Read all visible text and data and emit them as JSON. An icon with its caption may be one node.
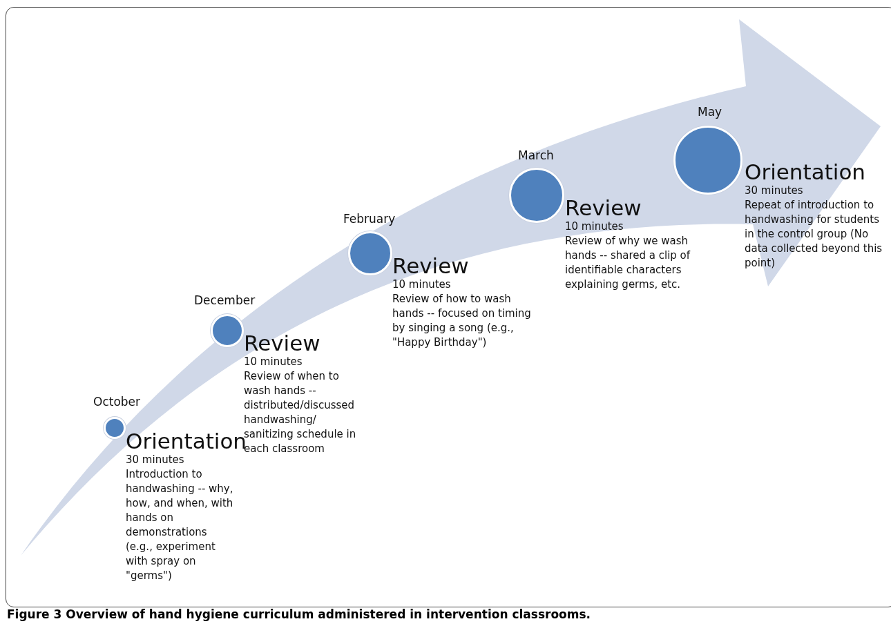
{
  "diagram": {
    "caption": "Figure 3 Overview of hand hygiene curriculum administered in intervention classrooms.",
    "nodes": [
      {
        "text": [],
        "shape": "circle",
        "beside": [
          "October",
          "Orientation",
          "30 minutes",
          "Introduction to handwashing -- why, how, and when, with hands on demonstrations (e.g., experiment with spray on \"germs\")"
        ]
      },
      {
        "text": [],
        "shape": "circle",
        "beside": [
          "December",
          "Review",
          "10 minutes",
          "Review of when to wash hands -- distributed/discussed handwashing/ sanitizing schedule in each classroom"
        ]
      },
      {
        "text": [],
        "shape": "circle",
        "beside": [
          "February",
          "Review",
          "10 minutes",
          "Review of how to wash hands -- focused on timing by singing a song (e.g., \"Happy Birthday\")"
        ]
      },
      {
        "text": [],
        "shape": "circle",
        "beside": [
          "March",
          "Review",
          "10 minutes",
          "Review of why we wash hands -- shared a clip of identifiable characters explaining germs, etc."
        ]
      },
      {
        "text": [],
        "shape": "circle",
        "beside": [
          "May",
          "Orientation",
          "30 minutes",
          "Repeat of introduction to handwashing for students in the control group (No data collected beyond this point)"
        ]
      }
    ]
  }
}
